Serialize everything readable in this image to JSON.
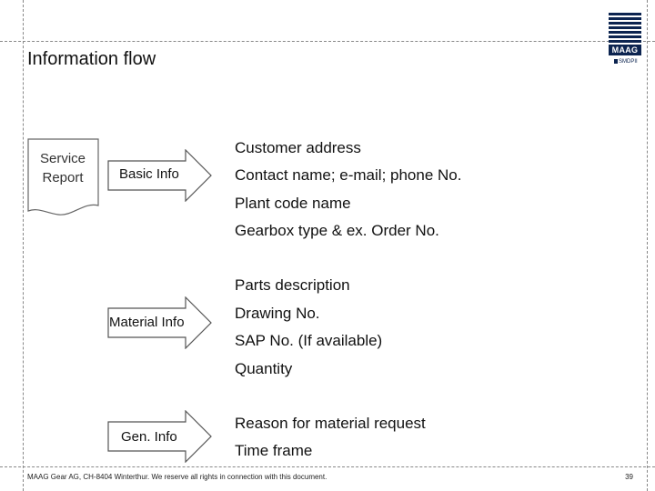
{
  "title": "Information flow",
  "document": {
    "line1": "Service",
    "line2": "Report"
  },
  "arrows": [
    {
      "label": "Basic Info",
      "items": [
        "Customer address",
        "Contact name; e-mail; phone No.",
        "Plant code name",
        "Gearbox type & ex. Order No."
      ]
    },
    {
      "label": "Material Info",
      "items": [
        "Parts description",
        "Drawing No.",
        "SAP No. (If available)",
        "Quantity"
      ]
    },
    {
      "label": "Gen. Info",
      "items": [
        "Reason for material request",
        "Time frame"
      ]
    }
  ],
  "logo": {
    "brand": "MAAG",
    "sub": "SMDPII"
  },
  "footer": {
    "text": "MAAG Gear AG, CH-8404 Winterthur. We reserve all rights in connection with this document.",
    "page": "39"
  },
  "colors": {
    "logo": "#0c2450",
    "dashed_lines": "#888888"
  }
}
